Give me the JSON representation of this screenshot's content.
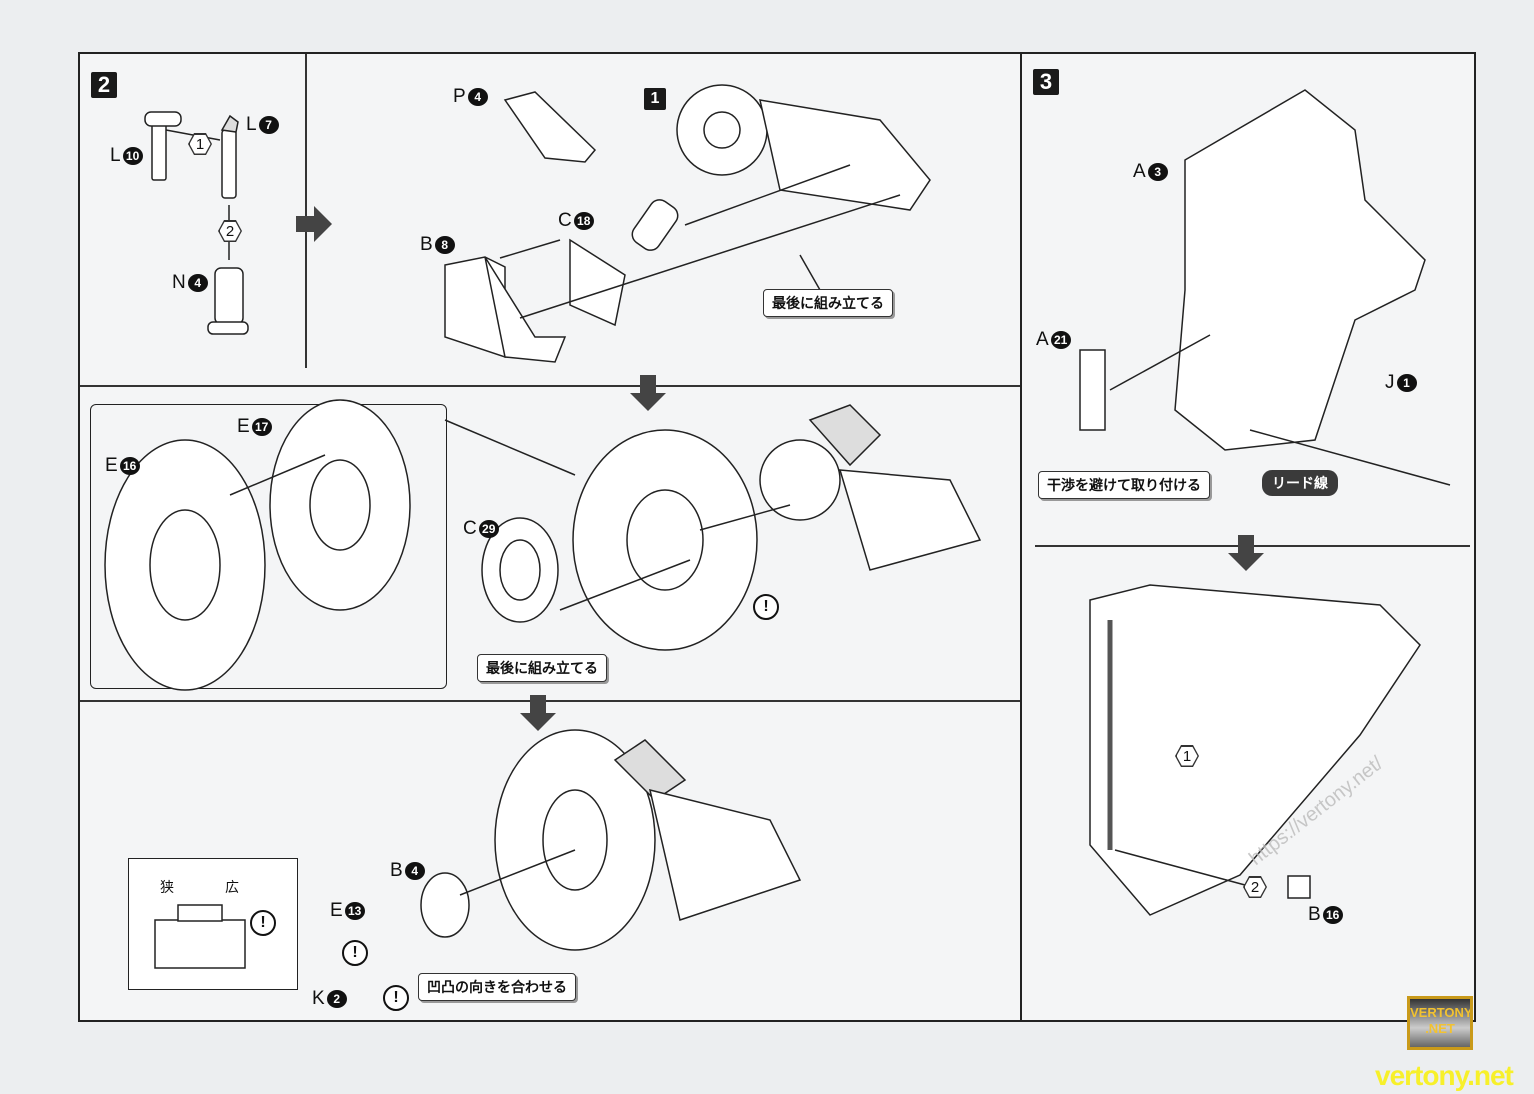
{
  "steps": {
    "two": "2",
    "three": "3",
    "sub_one": "1"
  },
  "parts": {
    "l10": {
      "letter": "L",
      "num": "10"
    },
    "l7": {
      "letter": "L",
      "num": "7"
    },
    "n4": {
      "letter": "N",
      "num": "4"
    },
    "p4": {
      "letter": "P",
      "num": "4"
    },
    "b8": {
      "letter": "B",
      "num": "8"
    },
    "c18": {
      "letter": "C",
      "num": "18"
    },
    "e17": {
      "letter": "E",
      "num": "17"
    },
    "e16": {
      "letter": "E",
      "num": "16"
    },
    "c29": {
      "letter": "C",
      "num": "29"
    },
    "b4": {
      "letter": "B",
      "num": "4"
    },
    "e13": {
      "letter": "E",
      "num": "13"
    },
    "k2": {
      "letter": "K",
      "num": "2"
    },
    "a3": {
      "letter": "A",
      "num": "3"
    },
    "a21": {
      "letter": "A",
      "num": "21"
    },
    "j1": {
      "letter": "J",
      "num": "1"
    },
    "b16": {
      "letter": "B",
      "num": "16"
    }
  },
  "order": {
    "one": "1",
    "two": "2"
  },
  "callouts": {
    "assemble_last": "最後に組み立てる",
    "avoid_interference": "干渉を避けて取り付ける",
    "lead_wire": "リード線",
    "align_bumps": "凹凸の向きを合わせる"
  },
  "detail": {
    "narrow": "狭",
    "wide": "広"
  },
  "warning_symbol": "!",
  "watermark": {
    "logo": "VERTONY .NET",
    "site": "vertony.net",
    "diag": "https://vertony.net/"
  },
  "colors": {
    "paper": "#eceef0",
    "ink": "#111111",
    "logo_gold": "#f2c230"
  }
}
